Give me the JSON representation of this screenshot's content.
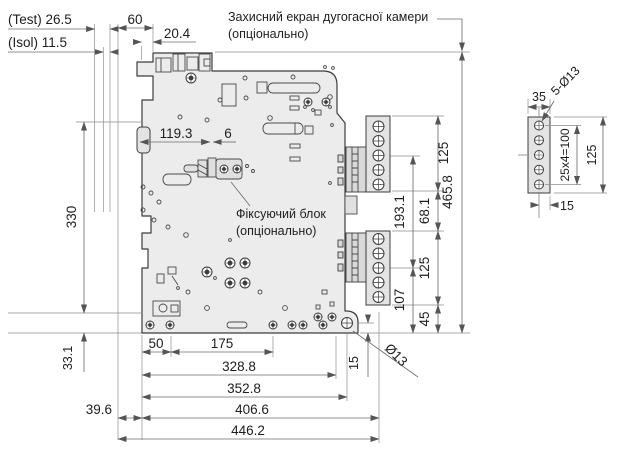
{
  "colors": {
    "outline": "#3c3c3c",
    "body_fill": "#ececec",
    "plate_fill": "#e3e3e3",
    "dim_line": "#6e6e6e",
    "text": "#1e1e1e",
    "background": "#ffffff"
  },
  "labels": {
    "arc_shield_line1": "Захисний екран дугогасної камери",
    "arc_shield_line2": "(опціонально)",
    "fixing_block_line1": "Фіксуючий блок",
    "fixing_block_line2": "(опціонально)"
  },
  "dims": {
    "test": "(Test) 26.5",
    "isol": "(Isol) 11.5",
    "d60": "60",
    "d20_4": "20.4",
    "d119_3": "119.3",
    "d6": "6",
    "d330": "330",
    "d33_1": "33.1",
    "d39_6": "39.6",
    "d50": "50",
    "d175": "175",
    "d328_8": "328.8",
    "d352_8": "352.8",
    "d406_6": "406.6",
    "d446_2": "446.2",
    "d125_top": "125",
    "d68_1": "68.1",
    "d193_1": "193.1",
    "d465_8": "465.8",
    "d125_bottom": "125",
    "d107": "107",
    "d45": "45",
    "d15": "15",
    "d13": "Ø13"
  },
  "detail": {
    "d35": "35",
    "d5_o13": "5-Ø13",
    "d25x4": "25x4=100",
    "d125": "125",
    "d15": "15"
  }
}
